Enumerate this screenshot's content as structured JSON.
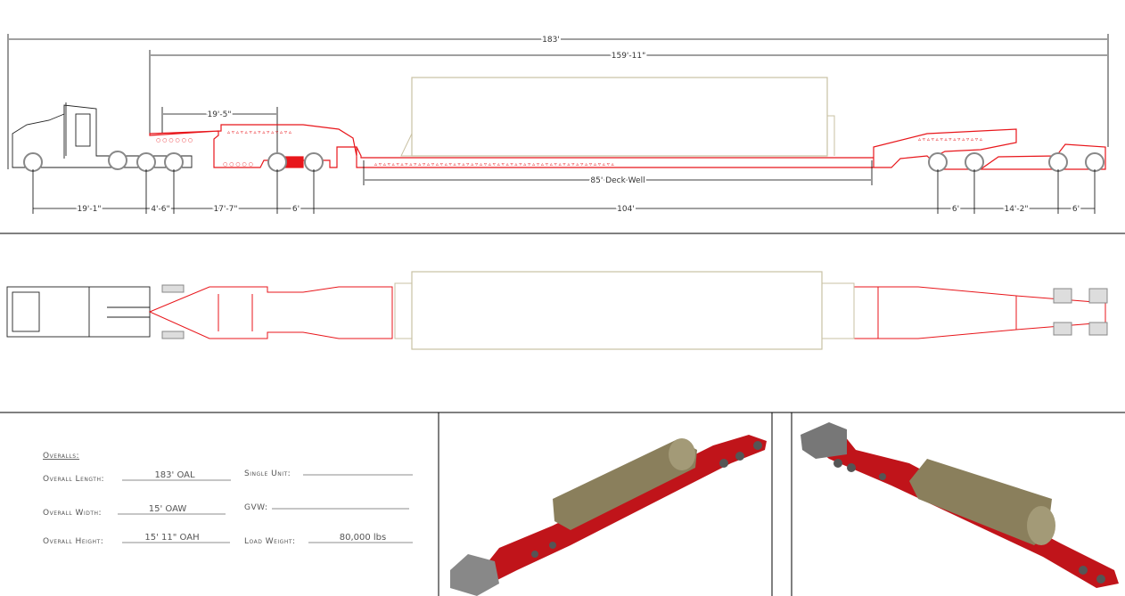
{
  "side_view": {
    "dimensions": {
      "overall": "183'",
      "trailer": "159'-11\"",
      "gooseneck": "19'-5\"",
      "deck_well": "85' Deck Well",
      "tractor_wb": "19'-1\"",
      "tandem": "4'-6\"",
      "front_span": "17'-7\"",
      "front_axle": "6'",
      "main_span": "104'",
      "rear_axle1": "6'",
      "rear_span": "14'-2\"",
      "rear_axle2": "6'"
    }
  },
  "specs": {
    "heading": "Overalls:",
    "length_label": "Overall Length:",
    "length_value": "183' OAL",
    "width_label": "Overall Width:",
    "width_value": "15' OAW",
    "height_label": "Overall Height:",
    "height_value": "15' 11\" OAH",
    "single_unit_label": "Single Unit:",
    "gvw_label": "GVW:",
    "load_weight_label": "Load Weight:",
    "load_weight_value": "80,000 lbs"
  },
  "colors": {
    "trailer": "#e8161b",
    "load": "#c9c1a3",
    "trailer_3d": "#c0141a",
    "load_3d": "#8a7f5c"
  }
}
